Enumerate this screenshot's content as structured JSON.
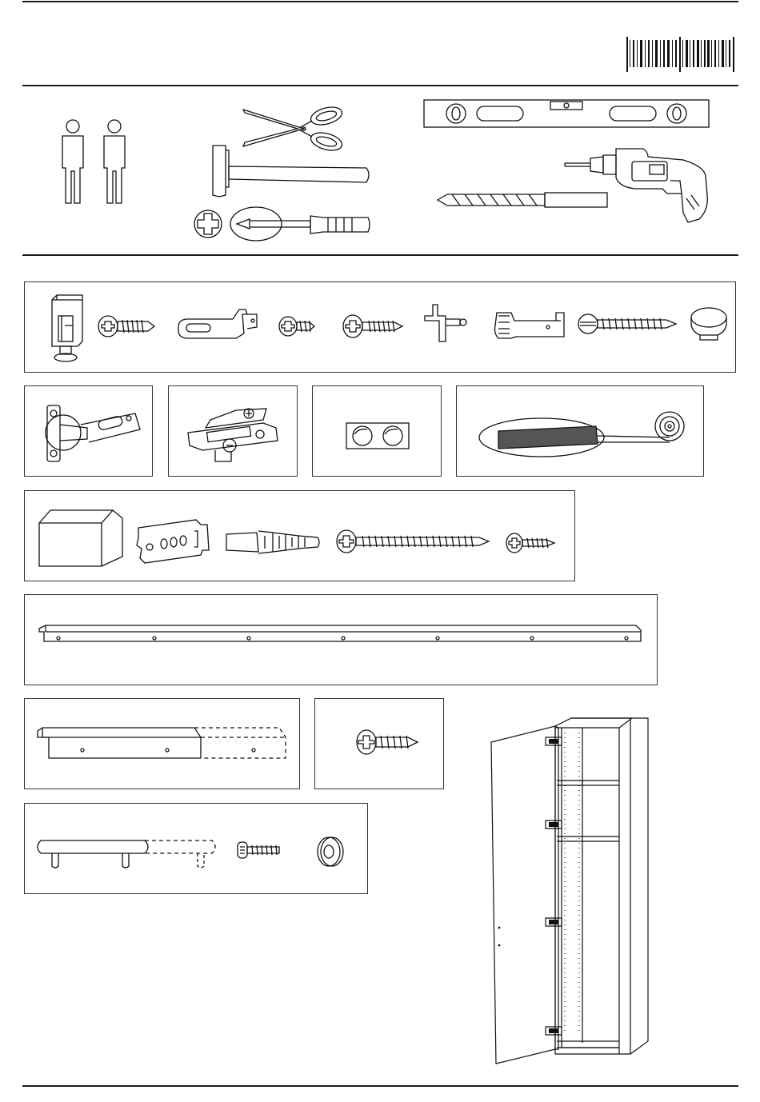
{
  "barcode": {
    "icon": "barcode-icon"
  },
  "tools": {
    "people": {
      "icon": "two-persons-icon"
    },
    "items": [
      "scissors-icon",
      "hammer-icon",
      "phillips-screwdriver-icon",
      "spirit-level-icon",
      "drill-bit-icon",
      "power-drill-icon"
    ]
  },
  "hardware_groups": [
    {
      "name": "fittings-row",
      "items": [
        "leveling-foot-icon",
        "screw-icon",
        "bracket-icon",
        "short-screw-icon",
        "countersunk-screw-icon",
        "shelf-support-icon",
        "wall-bracket-icon",
        "long-screw-icon",
        "cover-cap-icon"
      ]
    },
    {
      "name": "hinge-box",
      "items": [
        "hinge-icon"
      ]
    },
    {
      "name": "mounting-plate-box",
      "items": [
        "mounting-plate-icon"
      ]
    },
    {
      "name": "bumper-box",
      "items": [
        "bumper-pads-icon"
      ]
    },
    {
      "name": "edge-strip-box",
      "items": [
        "edge-strip-icon"
      ]
    },
    {
      "name": "wall-fixing-box",
      "items": [
        "angle-bracket-icon",
        "suspension-bracket-icon",
        "wall-plug-icon",
        "wall-screw-icon",
        "small-screw-icon"
      ]
    },
    {
      "name": "rail-box",
      "items": [
        "long-rail-icon"
      ]
    },
    {
      "name": "short-rail-box",
      "items": [
        "short-rail-icon"
      ]
    },
    {
      "name": "rail-screw-box",
      "items": [
        "countersunk-screw-icon"
      ]
    },
    {
      "name": "handle-box",
      "items": [
        "handle-bar-icon",
        "handle-bolt-icon",
        "washer-icon"
      ]
    }
  ],
  "product": {
    "icon": "tall-cabinet-icon"
  }
}
